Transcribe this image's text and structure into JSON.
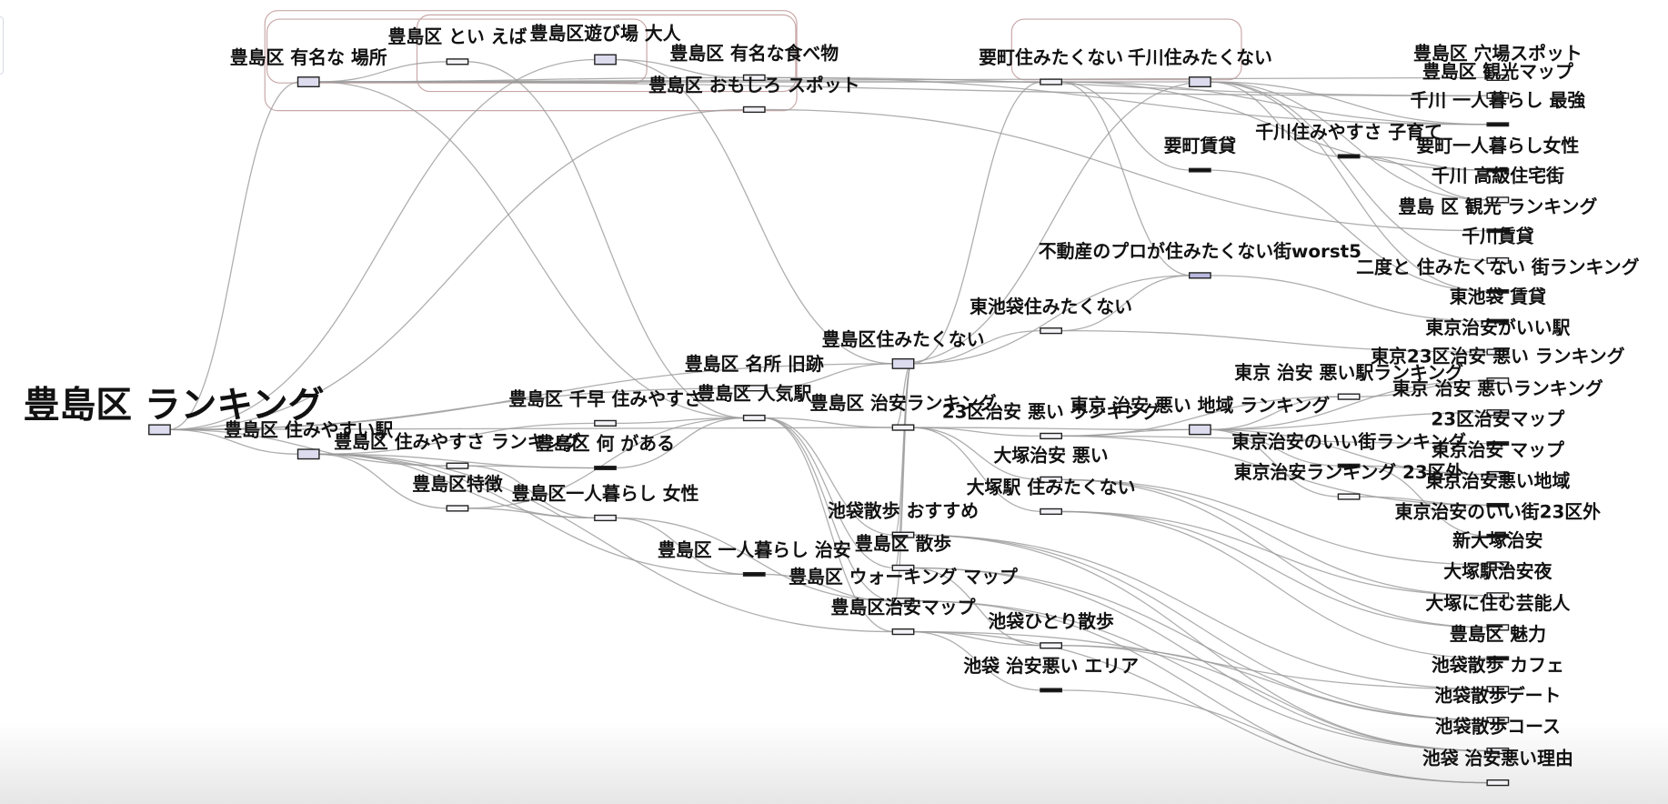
{
  "colors": {
    "node_fill": "#dcdcee",
    "node_dark": "#111111",
    "edge": "#9a9a9a",
    "group_border": "#c9a7a7"
  },
  "nodes": [
    {
      "label": "豊島区 ランキング",
      "role": "root"
    },
    {
      "label": "豊島区 有名な 場所"
    },
    {
      "label": "豊島区 とい えば"
    },
    {
      "label": "豊島区遊び場 大人"
    },
    {
      "label": "豊島区 有名な食べ物"
    },
    {
      "label": "豊島区 おもしろ スポット"
    },
    {
      "label": "要町住みたくない"
    },
    {
      "label": "千川住みたくない"
    },
    {
      "label": "要町賃貸"
    },
    {
      "label": "千川住みやすさ 子育て"
    },
    {
      "label": "不動産のプロが住みたくない街worst5"
    },
    {
      "label": "東池袋住みたくない"
    },
    {
      "label": "豊島区住みたくない"
    },
    {
      "label": "豊島区 名所 旧跡"
    },
    {
      "label": "豊島区 人気駅"
    },
    {
      "label": "豊島区 治安ランキング"
    },
    {
      "label": "23区治安 悪い ランキング"
    },
    {
      "label": "東京 治安 悪い 地域 ランキング"
    },
    {
      "label": "東京 治安 悪い駅ランキング"
    },
    {
      "label": "東京治安のいい街ランキング"
    },
    {
      "label": "東京治安ランキング 23区外"
    },
    {
      "label": "大塚治安 悪い"
    },
    {
      "label": "大塚駅 住みたくない"
    },
    {
      "label": "池袋散歩 おすすめ"
    },
    {
      "label": "豊島区 散歩"
    },
    {
      "label": "豊島区 ウォーキング マップ"
    },
    {
      "label": "豊島区治安マップ"
    },
    {
      "label": "池袋ひとり散歩"
    },
    {
      "label": "池袋 治安悪い エリア"
    },
    {
      "label": "豊島区 住みやすい駅"
    },
    {
      "label": "豊島区 住みやすさ ランキング"
    },
    {
      "label": "豊島区特徴"
    },
    {
      "label": "豊島区 千早 住みやすさ"
    },
    {
      "label": "豊島区 何 がある"
    },
    {
      "label": "豊島区一人暮らし 女性"
    },
    {
      "label": "豊島区 一人暮らし 治安"
    },
    {
      "label": "豊島区 穴場スポット"
    },
    {
      "label": "豊島区 観光マップ"
    },
    {
      "label": "千川 一人暮らし 最強"
    },
    {
      "label": "要町一人暮らし女性"
    },
    {
      "label": "千川 高級住宅街"
    },
    {
      "label": "豊島 区 観光 ランキング"
    },
    {
      "label": "千川賃貸"
    },
    {
      "label": "二度と 住みたくない 街ランキング"
    },
    {
      "label": "東池袋 賃貸"
    },
    {
      "label": "東京治安がいい駅"
    },
    {
      "label": "東京23区治安 悪い ランキング"
    },
    {
      "label": "東京 治安 悪いランキング"
    },
    {
      "label": "23区治安マップ"
    },
    {
      "label": "東京治安 マップ"
    },
    {
      "label": "東京治安悪い地域"
    },
    {
      "label": "東京治安のいい街23区外"
    },
    {
      "label": "新大塚治安"
    },
    {
      "label": "大塚駅治安夜"
    },
    {
      "label": "大塚に住む芸能人"
    },
    {
      "label": "豊島区 魅力"
    },
    {
      "label": "池袋散歩 カフェ"
    },
    {
      "label": "池袋散歩デート"
    },
    {
      "label": "池袋散歩コース"
    },
    {
      "label": "池袋 治安悪い理由"
    }
  ],
  "edges": [
    [
      0,
      1
    ],
    [
      0,
      3
    ],
    [
      0,
      5
    ],
    [
      0,
      29
    ],
    [
      0,
      30
    ],
    [
      0,
      13
    ],
    [
      0,
      15
    ],
    [
      0,
      12
    ],
    [
      1,
      2
    ],
    [
      1,
      4
    ],
    [
      1,
      6
    ],
    [
      1,
      7
    ],
    [
      1,
      36
    ],
    [
      1,
      37
    ],
    [
      1,
      14
    ],
    [
      2,
      14
    ],
    [
      3,
      4
    ],
    [
      3,
      12
    ],
    [
      5,
      41
    ],
    [
      4,
      37
    ],
    [
      4,
      38
    ],
    [
      6,
      8
    ],
    [
      6,
      10
    ],
    [
      6,
      39
    ],
    [
      6,
      38
    ],
    [
      7,
      9
    ],
    [
      7,
      40
    ],
    [
      7,
      42
    ],
    [
      7,
      43
    ],
    [
      7,
      38
    ],
    [
      7,
      12
    ],
    [
      9,
      39
    ],
    [
      9,
      40
    ],
    [
      8,
      43
    ],
    [
      12,
      6
    ],
    [
      12,
      11
    ],
    [
      12,
      10
    ],
    [
      12,
      15
    ],
    [
      12,
      23
    ],
    [
      12,
      24
    ],
    [
      12,
      25
    ],
    [
      11,
      10
    ],
    [
      11,
      45
    ],
    [
      10,
      44
    ],
    [
      13,
      12
    ],
    [
      14,
      15
    ],
    [
      14,
      23
    ],
    [
      14,
      24
    ],
    [
      14,
      25
    ],
    [
      14,
      26
    ],
    [
      15,
      16
    ],
    [
      15,
      17
    ],
    [
      15,
      21
    ],
    [
      15,
      22
    ],
    [
      16,
      17
    ],
    [
      16,
      18
    ],
    [
      16,
      48
    ],
    [
      16,
      50
    ],
    [
      17,
      18
    ],
    [
      17,
      19
    ],
    [
      17,
      20
    ],
    [
      17,
      46
    ],
    [
      17,
      47
    ],
    [
      17,
      49
    ],
    [
      18,
      46
    ],
    [
      19,
      51
    ],
    [
      19,
      49
    ],
    [
      20,
      50
    ],
    [
      21,
      52
    ],
    [
      21,
      53
    ],
    [
      21,
      54
    ],
    [
      22,
      53
    ],
    [
      22,
      54
    ],
    [
      22,
      55
    ],
    [
      23,
      56
    ],
    [
      23,
      57
    ],
    [
      23,
      58
    ],
    [
      24,
      57
    ],
    [
      24,
      58
    ],
    [
      24,
      27
    ],
    [
      25,
      58
    ],
    [
      25,
      59
    ],
    [
      26,
      27
    ],
    [
      26,
      28
    ],
    [
      26,
      59
    ],
    [
      26,
      56
    ],
    [
      27,
      58
    ],
    [
      27,
      57
    ],
    [
      28,
      59
    ],
    [
      29,
      30
    ],
    [
      29,
      31
    ],
    [
      29,
      32
    ],
    [
      29,
      33
    ],
    [
      29,
      34
    ],
    [
      29,
      35
    ],
    [
      29,
      26
    ],
    [
      30,
      33
    ],
    [
      30,
      34
    ],
    [
      31,
      34
    ],
    [
      31,
      14
    ],
    [
      32,
      14
    ],
    [
      33,
      14
    ],
    [
      34,
      35
    ],
    [
      34,
      25
    ],
    [
      35,
      25
    ]
  ]
}
